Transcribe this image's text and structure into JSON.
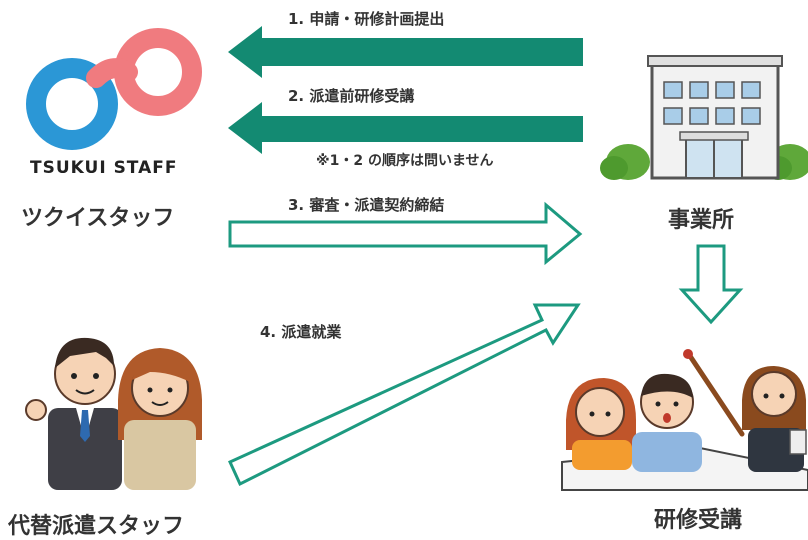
{
  "steps": {
    "step1": "1. 申請・研修計画提出",
    "step2": "2. 派遣前研修受講",
    "note": "※1・2 の順序は問いません",
    "step3": "3. 審査・派遣契約締結",
    "step4": "4. 派遣就業"
  },
  "logo": {
    "text": "TSUKUI STAFF",
    "name": "ツクイスタッフ"
  },
  "labels": {
    "office": "事業所",
    "staff": "代替派遣スタッフ",
    "training": "研修受講"
  },
  "colors": {
    "arrow_solid": "#138a72",
    "arrow_outline": "#1d9a80",
    "logo_blue": "#2b97d6",
    "logo_pink": "#f07b7f"
  }
}
